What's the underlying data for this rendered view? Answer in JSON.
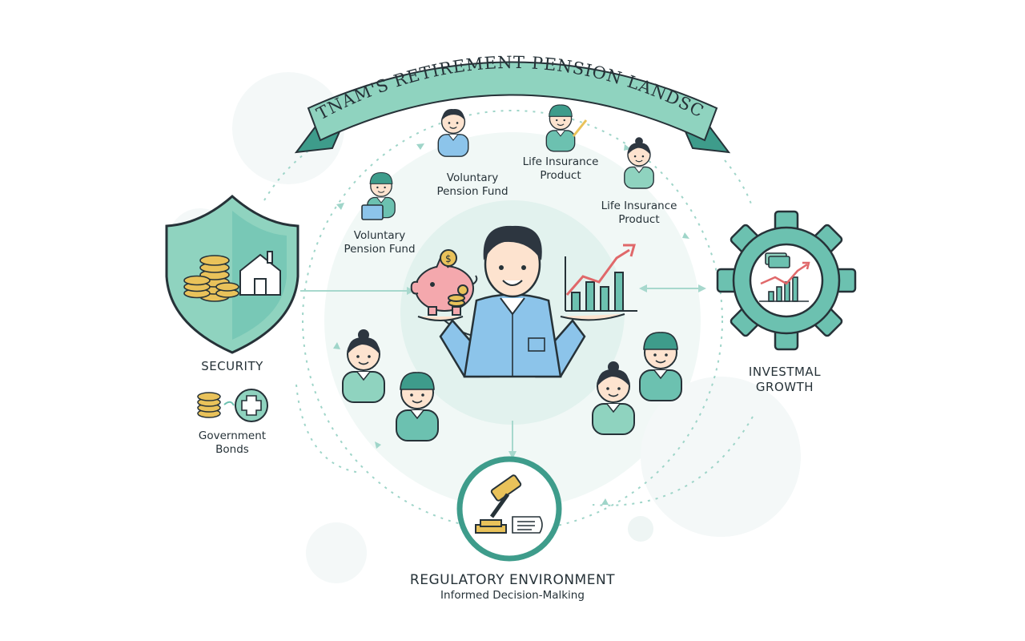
{
  "banner": {
    "title": "VIETNAM'S RETIREMENT PENSION LANDSCAPE"
  },
  "nodes": {
    "security": {
      "label": "SECURITY"
    },
    "government_bonds": {
      "line1": "Government",
      "line2": "Bonds"
    },
    "investment_growth": {
      "line1": "INVESTMAL",
      "line2": "GROWTH"
    },
    "regulatory": {
      "title": "REGULATORY ENVIRONMENT",
      "subtitle": "Informed Decision-Malking"
    },
    "voluntary_fund_upper": {
      "line1": "Voluntary",
      "line2": "Pension Fund"
    },
    "voluntary_fund_lower": {
      "line1": "Voluntary",
      "line2": "Pension Fund"
    },
    "life_insurance_upper": {
      "line1": "Life Insurance",
      "line2": "Product"
    },
    "life_insurance_lower": {
      "line1": "Life Insurance",
      "line2": "Product"
    }
  },
  "colors": {
    "teal": "#6cc1b0",
    "teal_dark": "#3e9c8b",
    "teal_light": "#e7f4f1",
    "blue_shirt": "#8cc4ea",
    "gold": "#e9c25a",
    "pink": "#f4a8ad",
    "red_arrow": "#e0686a",
    "outline": "#263238"
  },
  "icons": [
    "shield-icon",
    "coins-icon",
    "house-icon",
    "plus-icon",
    "gear-icon",
    "growth-chart-icon",
    "piggy-bank-icon",
    "gavel-icon",
    "document-icon",
    "person-icon"
  ]
}
